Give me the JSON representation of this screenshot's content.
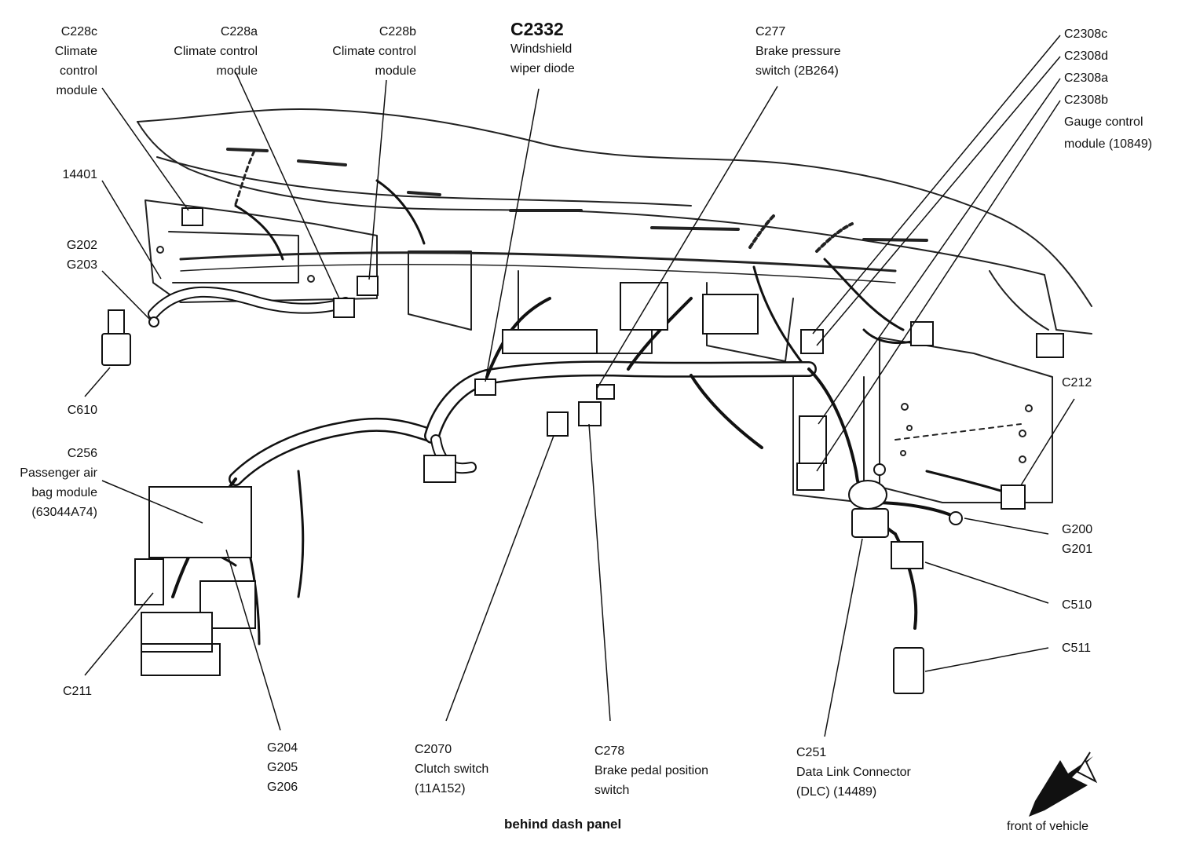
{
  "caption": "behind dash panel",
  "front_label": "front of vehicle",
  "labels": {
    "c228c": [
      "C228c",
      "Climate",
      "control",
      "module"
    ],
    "c228a": [
      "C228a",
      "Climate control",
      "module"
    ],
    "c228b": [
      "C228b",
      "Climate control",
      "module"
    ],
    "c2332": "C2332",
    "c2332_desc": [
      "Windshield",
      "wiper diode"
    ],
    "c277": [
      "C277",
      "Brake pressure",
      "switch (2B264)"
    ],
    "c2308": [
      "C2308c",
      "C2308d",
      "C2308a",
      "C2308b",
      "Gauge control",
      "module (10849)"
    ],
    "p14401": "14401",
    "g202": [
      "G202",
      "G203"
    ],
    "c610": "C610",
    "c256": [
      "C256",
      "Passenger air",
      "bag module",
      "(63044A74)"
    ],
    "c211": "C211",
    "g204": [
      "G204",
      "G205",
      "G206"
    ],
    "c2070": [
      "C2070",
      "Clutch switch",
      "(11A152)"
    ],
    "c278": [
      "C278",
      "Brake pedal position",
      "switch"
    ],
    "c251": [
      "C251",
      "Data Link Connector",
      "(DLC) (14489)"
    ],
    "c212": "C212",
    "g200": [
      "G200",
      "G201"
    ],
    "c510": "C510",
    "c511": "C511"
  }
}
